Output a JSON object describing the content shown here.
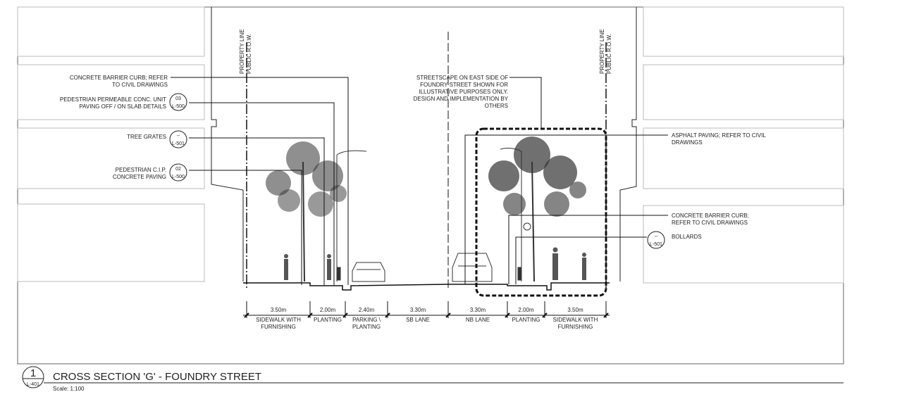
{
  "property_labels": {
    "line": "PROPERTY LINE",
    "row": "PUBLIC R.O.W."
  },
  "left_callouts": [
    {
      "lines": [
        "CONCRETE BARRIER CURB; REFER",
        "TO  CIVIL DRAWINGS"
      ],
      "ref_top": "",
      "ref_bottom": ""
    },
    {
      "lines": [
        "PEDESTRIAN PERMEABLE CONC. UNIT",
        "PAVING OFF / ON SLAB DETAILS"
      ],
      "ref_top": "03",
      "ref_bottom": "L-500"
    },
    {
      "lines": [
        "TREE GRATES"
      ],
      "ref_top": "--",
      "ref_bottom": "L-501"
    },
    {
      "lines": [
        "PEDESTRIAN C.I.P.",
        "CONCRETE PAVING"
      ],
      "ref_top": "02",
      "ref_bottom": "L-500"
    }
  ],
  "center_note": [
    "STREETSCAPE ON EAST SIDE OF",
    "FOUNDRY STREET SHOWN FOR",
    "ILLUSTRATIVE PURPOSES ONLY.",
    "DESIGN AND IMPLEMENTATION BY",
    "OTHERS"
  ],
  "right_callouts": [
    {
      "lines": [
        "ASPHALT PAVING; REFER TO CIVIL",
        "DRAWINGS"
      ]
    },
    {
      "lines": [
        "CONCRETE BARRIER CURB;",
        "REFER TO CIVIL DRAWINGS"
      ]
    },
    {
      "lines": [
        "BOLLARDS"
      ],
      "ref_top": "--",
      "ref_bottom": "L-501"
    }
  ],
  "dimensions": [
    {
      "value": "3.50m",
      "label": [
        "SIDEWALK WITH",
        "FURNISHING"
      ]
    },
    {
      "value": "2.00m",
      "label": [
        "PLANTING"
      ]
    },
    {
      "value": "2.40m",
      "label": [
        "PARKING \\",
        "PLANTING"
      ]
    },
    {
      "value": "3.30m",
      "label": [
        "SB LANE"
      ]
    },
    {
      "value": "3.30m",
      "label": [
        "NB LANE"
      ]
    },
    {
      "value": "2.00m",
      "label": [
        "PLANTING"
      ]
    },
    {
      "value": "3.50m",
      "label": [
        "SIDEWALK WITH",
        "FURNISHING"
      ]
    }
  ],
  "title_block": {
    "number": "1",
    "sheet": "L-401",
    "title": "CROSS SECTION 'G' - FOUNDRY STREET",
    "scale": "Scale: 1:100"
  }
}
